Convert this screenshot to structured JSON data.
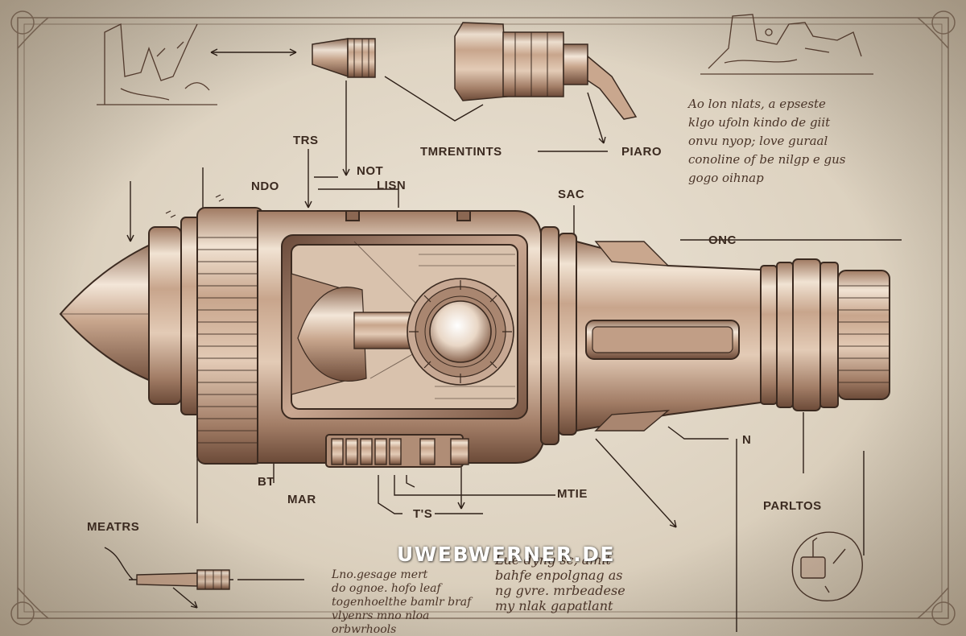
{
  "labels": {
    "trs": "TRS",
    "tmrentints": "TMRENTINTS",
    "piaro": "PIARO",
    "ndo": "NDO",
    "not": "NOT",
    "lisn": "LISN",
    "sac": "SAC",
    "onc": "ONC",
    "n": "N",
    "bt": "BT",
    "mar": "MAR",
    "mtie": "MTIE",
    "ts": "T'S",
    "parltos": "PARLTOS",
    "meatrs": "MEATRS"
  },
  "notes": {
    "top_right": [
      "Ao lon nlats, a epseste",
      "klgo ufoln kindo de giit",
      "onvu nyop; love guraal",
      "conoline of be nilgp e gus",
      "gogo oihnap"
    ],
    "bottom_center": [
      "Lno.gesage mert",
      "do ognoe. hofo leaf",
      "togenhoelthe bamlr braf",
      "vlyenrs mno nloa",
      "orbwrhools"
    ],
    "bottom_right": [
      "Lue dyng sc, amit",
      "bahfe enpolgnag as",
      "ng gvre. mrbeadese",
      "my nlak gapatlant"
    ]
  },
  "watermark": "UWEBWERNER.DE",
  "colors": {
    "paper": "#e6ddcd",
    "ink": "#3b2a20",
    "metal_light": "#e8d6c4",
    "metal_mid": "#b8957c",
    "metal_dark": "#5a3c2c"
  }
}
